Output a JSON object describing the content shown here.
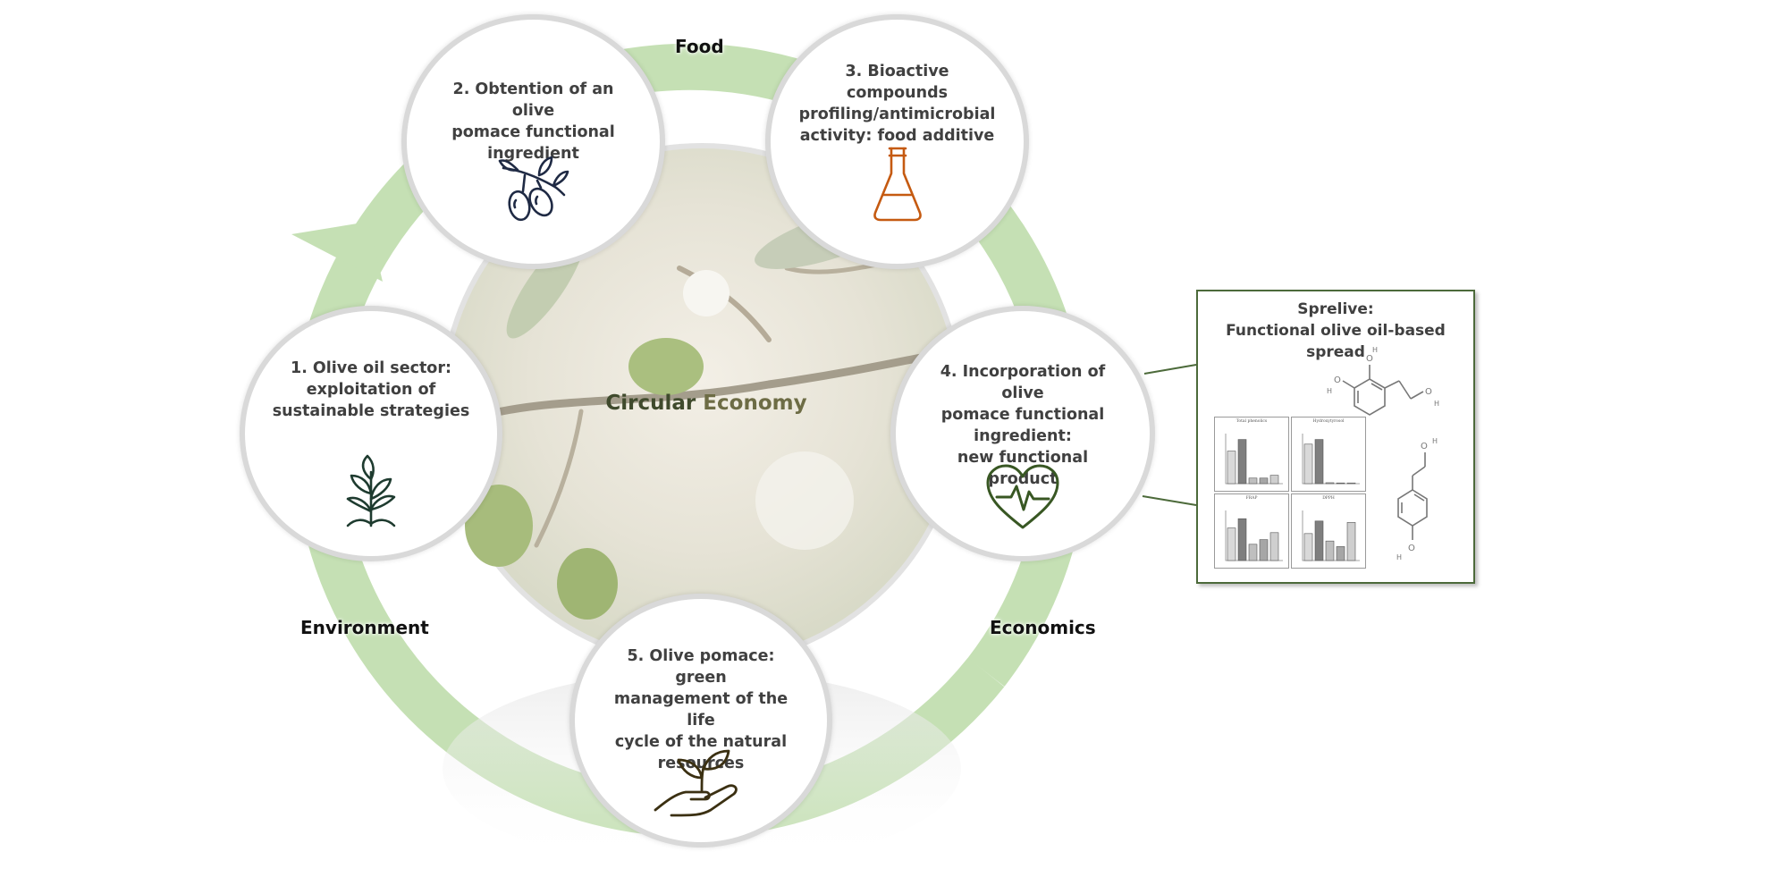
{
  "colors": {
    "cycle_arrow": "#c5e0b4",
    "node_border": "#d9d9d9",
    "box_border": "#4c6a3a",
    "icon_olive": "#1f2a44",
    "icon_flask": "#c55a11",
    "icon_plant": "#1e3b2f",
    "icon_heart": "#385723",
    "icon_hand": "#3b3012"
  },
  "center": {
    "title_part1": "Circular",
    "title_part2": "Economy"
  },
  "pillars": {
    "food": "Food",
    "environment": "Environment",
    "economics": "Economics"
  },
  "steps": [
    {
      "text": "1. Olive oil sector:\nexploitation of\nsustainable strategies",
      "icon": "sprout-icon"
    },
    {
      "text": "2. Obtention of an olive\npomace functional\ningredient",
      "icon": "olive-branch-icon"
    },
    {
      "text": "3. Bioactive compounds\nprofiling/antimicrobial\nactivity: food additive",
      "icon": "flask-icon"
    },
    {
      "text": "4. Incorporation of olive\npomace functional\ningredient:\nnew functional product",
      "icon": "heartbeat-icon"
    },
    {
      "text": "5. Olive pomace: green\nmanagement of the life\ncycle of the natural\nresources",
      "icon": "plant-in-hand-icon"
    }
  ],
  "product": {
    "title_line1": "Sprelive:",
    "title_line2": "Functional olive oil-based spread",
    "mini_charts": [
      {
        "label": "Total phenolics",
        "values": [
          0.7,
          0.95,
          0.12,
          0.12,
          0.18
        ]
      },
      {
        "label": "Hydroxytyrosol",
        "values": [
          0.85,
          0.95,
          0.02,
          0.0,
          0.0
        ]
      },
      {
        "label": "FRAP",
        "values": [
          0.7,
          0.9,
          0.35,
          0.45,
          0.6
        ]
      },
      {
        "label": "DPPH",
        "values": [
          0.58,
          0.85,
          0.42,
          0.3,
          0.82
        ]
      }
    ],
    "molecule_atom": "O",
    "molecule_h": "H"
  }
}
